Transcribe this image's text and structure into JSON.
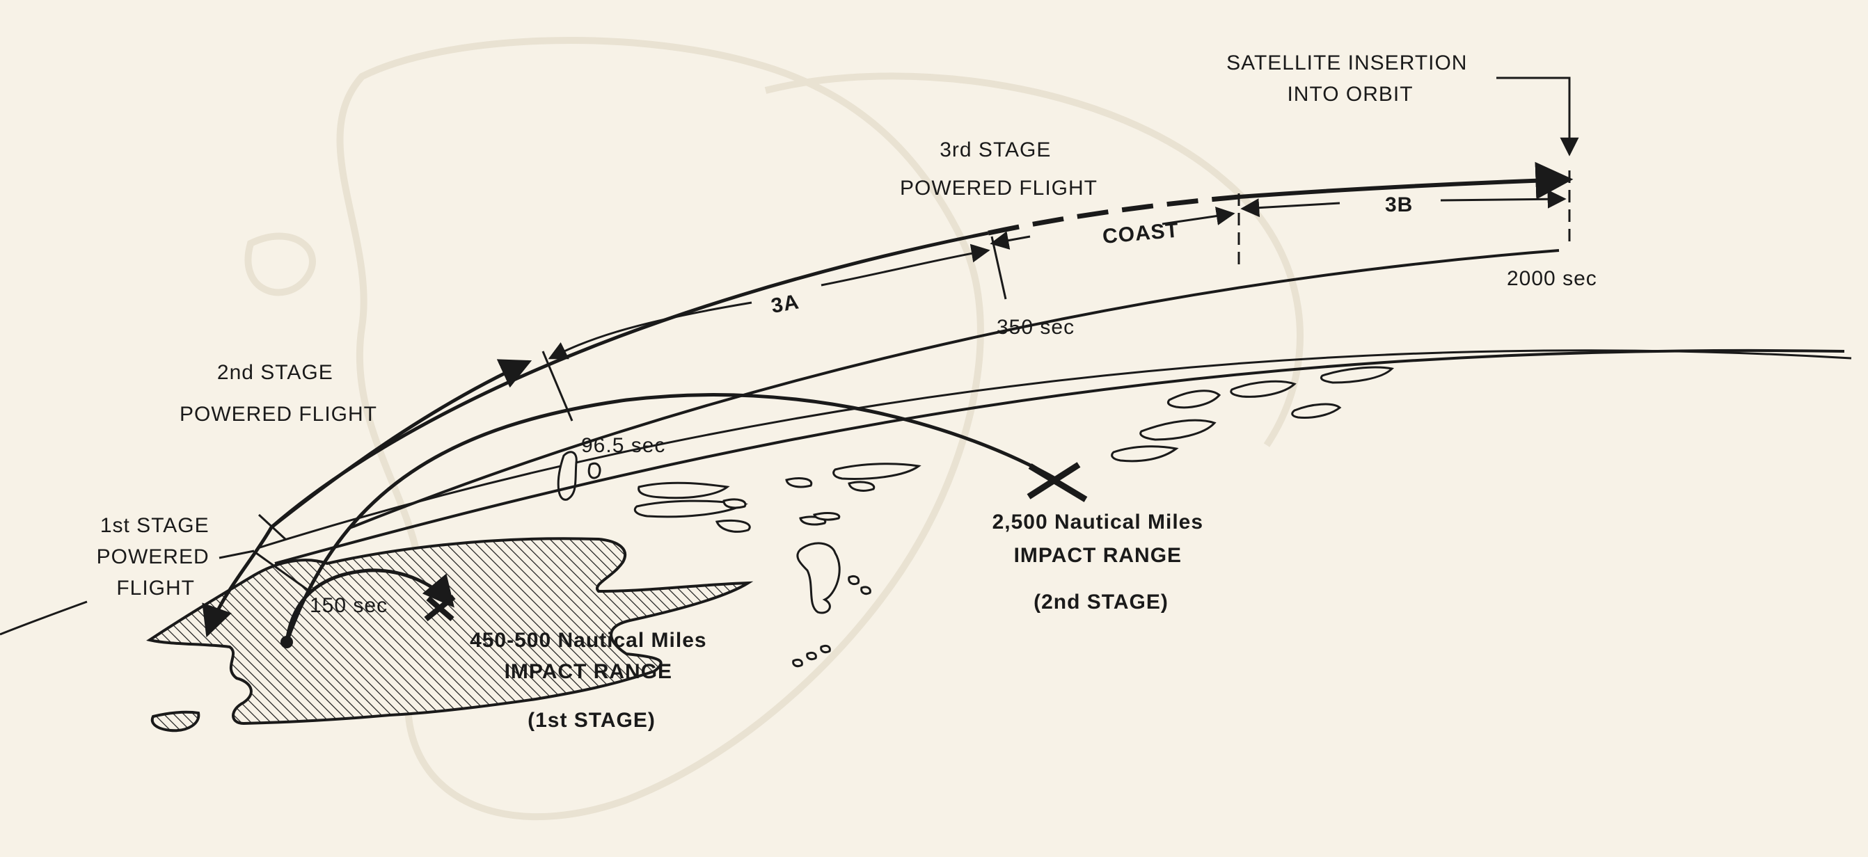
{
  "labels": {
    "satellite_insertion": [
      "SATELLITE INSERTION",
      "INTO ORBIT"
    ],
    "third_stage": [
      "3rd STAGE",
      "POWERED  FLIGHT"
    ],
    "coast": "COAST",
    "segment_3a": "3A",
    "segment_3b": "3B",
    "time_2000": "2000 sec",
    "time_350": "350 sec",
    "time_96_5": "96.5 sec",
    "time_150": "150 sec",
    "second_stage": [
      "2nd  STAGE",
      "POWERED   FLIGHT"
    ],
    "first_stage": [
      "1st STAGE",
      "POWERED",
      "FLIGHT"
    ],
    "impact_2nd": [
      "2,500 Nautical Miles",
      "IMPACT RANGE",
      "(2nd  STAGE)"
    ],
    "impact_1st": [
      "450-500 Nautical Miles",
      "IMPACT RANGE",
      "(1st STAGE)"
    ]
  },
  "colors": {
    "background": "#f7f2e7",
    "ink": "#1a1a1a",
    "ghost_map": "#e9e2d2"
  }
}
